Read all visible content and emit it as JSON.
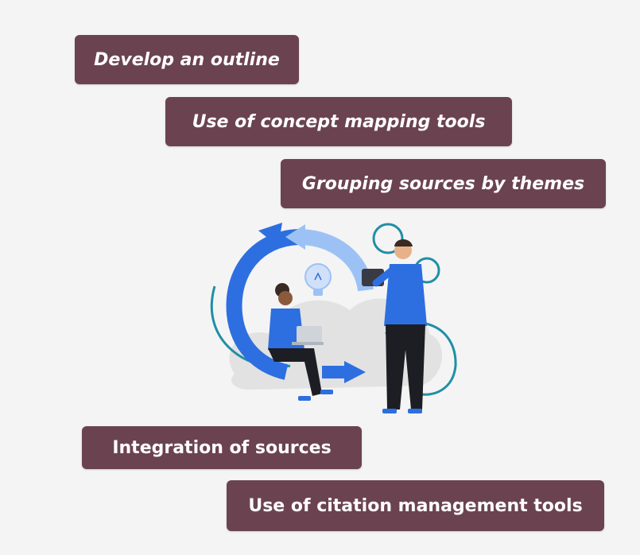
{
  "labels": [
    "Develop an outline",
    "Use of concept mapping tools",
    "Grouping sources by themes",
    "Integration of sources",
    "Use of citation management tools"
  ],
  "colors": {
    "label_bg": "#6b4350",
    "label_text": "#ffffff",
    "accent_blue": "#2d6fe0",
    "light_blue": "#9cc2f5",
    "teal": "#1f8fa6",
    "background": "#f4f4f4"
  },
  "illustration": {
    "icons": [
      "cycle-arrows-icon",
      "lightbulb-icon",
      "laptop-icon",
      "tablet-icon"
    ]
  }
}
